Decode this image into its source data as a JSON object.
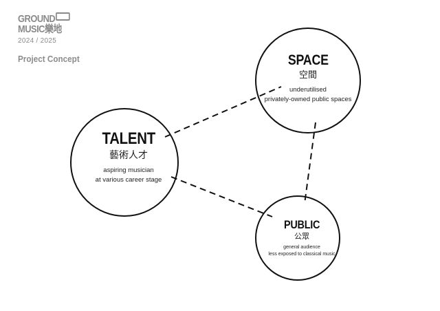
{
  "logo": {
    "line1": "GROUND",
    "line2_latin": "MUSIC",
    "line2_cjk": "樂地",
    "years": "2024 / 2025"
  },
  "section_label": "Project Concept",
  "nodes": {
    "space": {
      "title": "SPACE",
      "cjk": "空間",
      "desc_line1": "underutilised",
      "desc_line2": "privately-owned public spaces"
    },
    "talent": {
      "title": "TALENT",
      "cjk": "藝術人才",
      "desc_line1": "aspiring musician",
      "desc_line2": "at various career stage"
    },
    "public": {
      "title": "PUBLIC",
      "cjk": "公眾",
      "desc_line1": "general audience",
      "desc_line2": "less exposed to classical music"
    }
  },
  "colors": {
    "logo_grey": "#8a8a8a",
    "line": "#111111",
    "background": "#ffffff"
  }
}
